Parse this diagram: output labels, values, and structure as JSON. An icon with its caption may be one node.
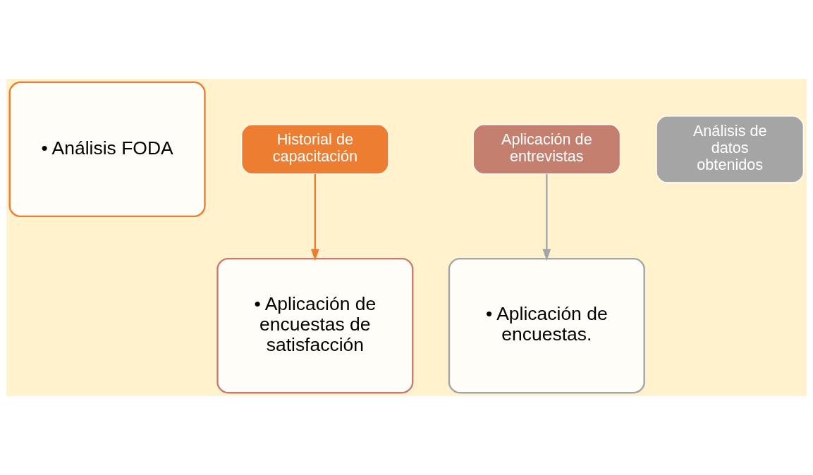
{
  "diagram": {
    "nodes": [
      {
        "text": [
          "• Análisis FODA"
        ]
      },
      {
        "text": [
          "Historial de capacitación"
        ]
      },
      {
        "text": [
          "• Aplicación de encuestas de satisfacción"
        ]
      },
      {
        "text": [
          "Aplicación de entrevistas"
        ]
      },
      {
        "text": [
          "• Aplicación de encuestas."
        ]
      },
      {
        "text": [
          "Análisis de datos obtenidos"
        ]
      }
    ],
    "edges": [
      {
        "from": 1,
        "to": 2,
        "arrow": "to",
        "color": "#ed7d31"
      },
      {
        "from": 3,
        "to": 4,
        "arrow": "to",
        "color": "#a5a5a5"
      }
    ]
  }
}
